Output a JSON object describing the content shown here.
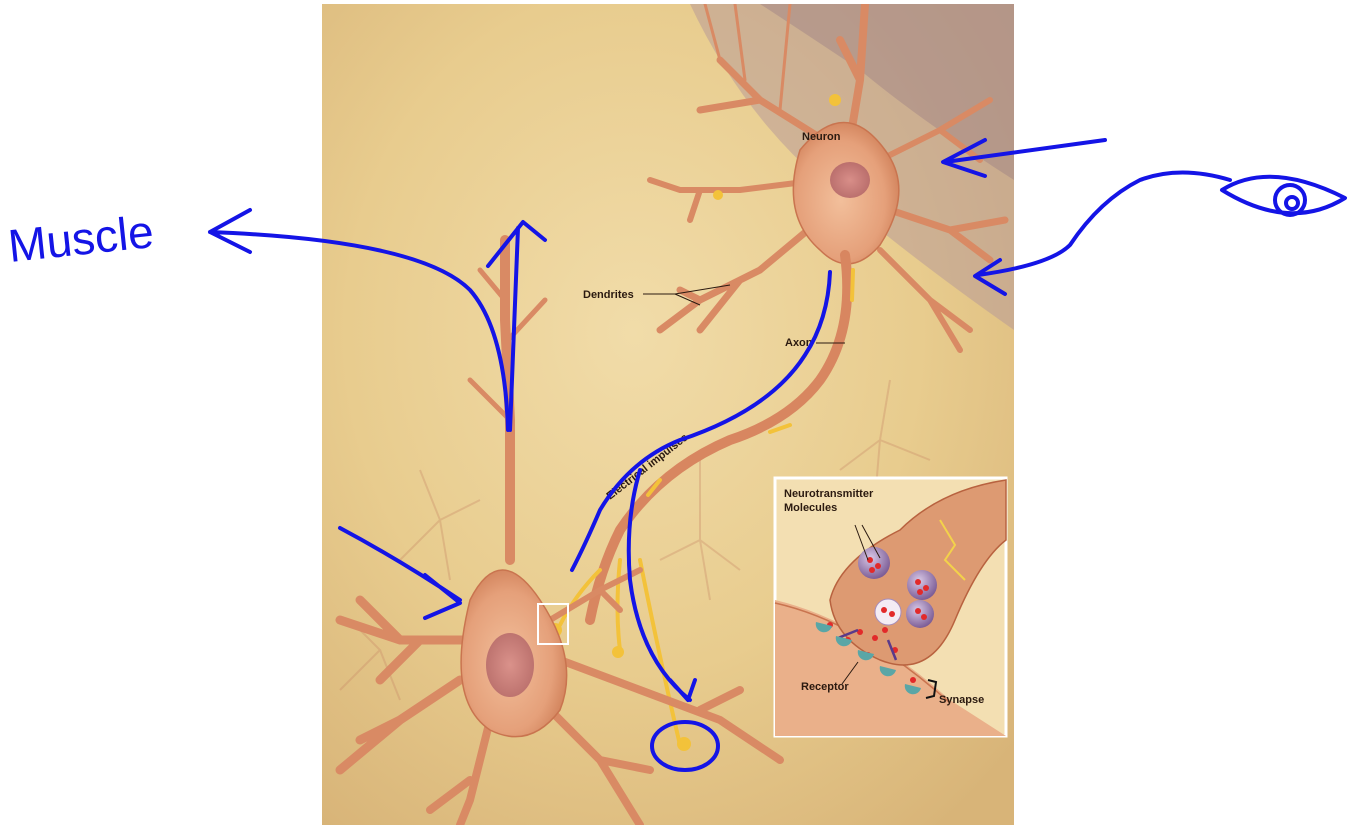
{
  "illustration": {
    "labels": {
      "neuron": "Neuron",
      "dendrites": "Dendrites",
      "axon": "Axon",
      "electrical_impulses": "Electrical impulses"
    },
    "inset": {
      "neurotransmitter_line1": "Neurotransmitter",
      "neurotransmitter_line2": "Molecules",
      "receptor": "Receptor",
      "synapse": "Synapse"
    }
  },
  "annotations": {
    "muscle_text": "Muscle",
    "ink_color": "#1414e6"
  },
  "colors": {
    "background": "#ecd29a",
    "neuron_body": "#e7a57f",
    "neuron_outline": "#c9744f",
    "impulse": "#f3c23a",
    "vesicle": "#8a6aa0",
    "molecule": "#e22a2a",
    "receptor": "#5aa6a6"
  }
}
